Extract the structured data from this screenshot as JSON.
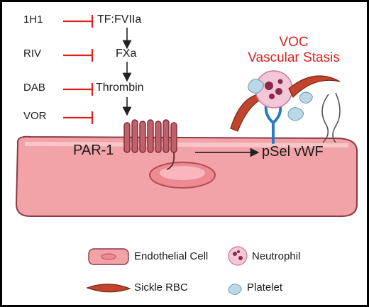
{
  "inhibitors": [
    "1H1",
    "RIV",
    "DAB",
    "VOR"
  ],
  "cascade": [
    "TF:FVIIa",
    "FXa",
    "Thrombin"
  ],
  "receptor_label": "PAR-1",
  "effect_label": "pSel vWF",
  "outcome": {
    "line1": "VOC",
    "line2": "Vascular Stasis"
  },
  "legend": {
    "endothelial": "Endothelial Cell",
    "neutrophil": "Neutrophil",
    "sickle_rbc": "Sickle RBC",
    "platelet": "Platelet"
  },
  "colors": {
    "inhibit": "#e02020",
    "cell_fill": "#f2a3a8",
    "cell_edge": "#8b3a46",
    "receptor": "#c2606a",
    "rbc": "#c0452c",
    "neutrophil": "#f4c7d8",
    "platelet": "#bcd7e6",
    "selectin": "#2b7bc0"
  }
}
